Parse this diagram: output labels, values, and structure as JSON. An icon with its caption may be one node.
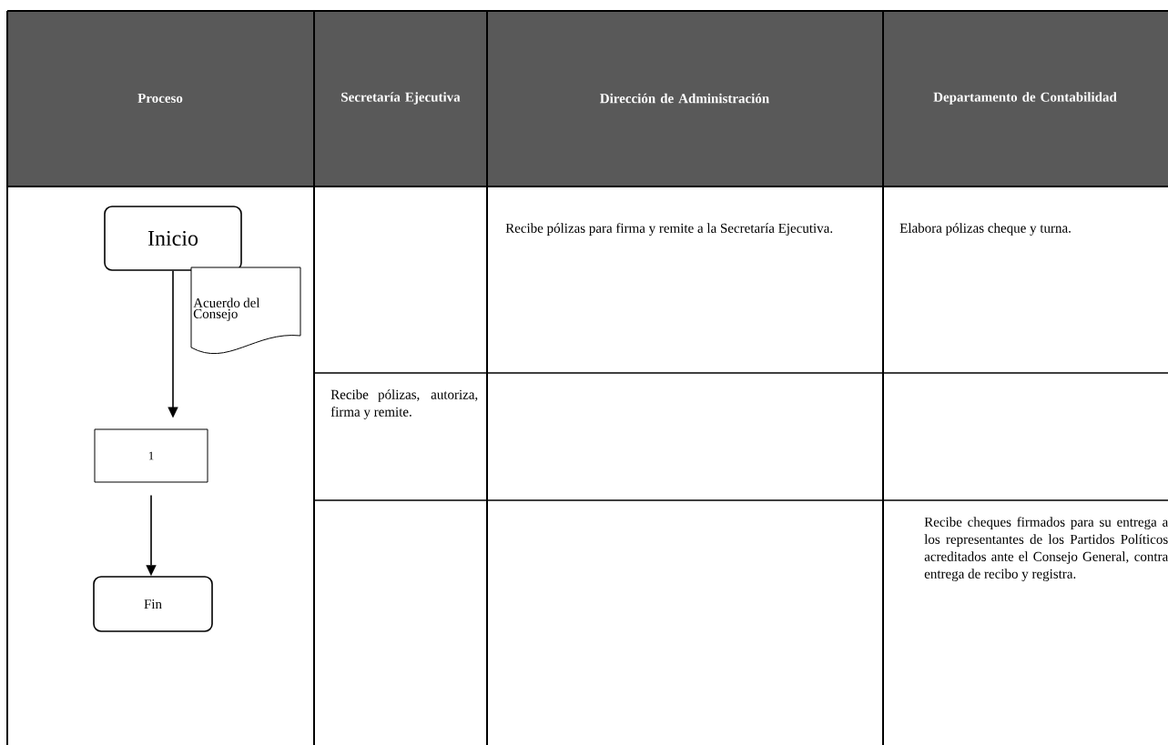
{
  "diagram": {
    "nodes": [
      {
        "text": [
          "Inicio"
        ]
      },
      {
        "text": [
          "Acuerdo del Consejo"
        ]
      },
      {
        "text": [
          "1"
        ]
      },
      {
        "text": [
          "Fin"
        ]
      }
    ],
    "edges": [
      {
        "from": 0,
        "to": 2,
        "arrow": "to"
      },
      {
        "from": 2,
        "to": 3,
        "arrow": "to"
      }
    ],
    "labels": [
      "Proceso",
      "Secretaría Ejecutiva",
      "Dirección de Administración",
      "Departamento de Contabilidad",
      "Recibe pólizas para firma y remite a la Secretaría Ejecutiva.",
      "Elabora pólizas cheque y turna.",
      "Recibe pólizas, autoriza, firma y remite.",
      "Recibe cheques firmados para su entrega a los representantes de los Partidos Políticos acreditados ante el Consejo General, contra entrega de recibo y registra."
    ]
  }
}
